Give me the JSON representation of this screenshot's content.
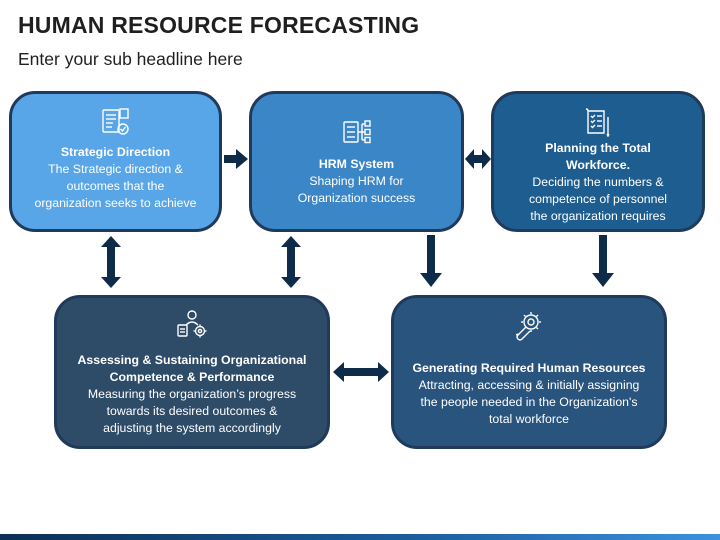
{
  "header": {
    "title": "HUMAN RESOURCE FORECASTING",
    "subtitle": "Enter your sub headline here"
  },
  "boxes": {
    "strategic": {
      "icon": "document-checklist-icon",
      "title": "Strategic Direction",
      "desc": [
        "The Strategic direction &",
        "outcomes that the",
        "organization seeks to achieve"
      ]
    },
    "hrm": {
      "icon": "hierarchy-list-icon",
      "title": "HRM System",
      "desc": [
        "Shaping HRM for",
        "Organization success"
      ]
    },
    "planning": {
      "icon": "clipboard-checklist-icon",
      "title": [
        "Planning the Total",
        "Workforce."
      ],
      "desc": [
        "Deciding the numbers &",
        "competence of personnel",
        "the organization requires"
      ]
    },
    "assessing": {
      "icon": "person-gears-icon",
      "title": [
        "Assessing & Sustaining Organizational",
        "Competence & Performance"
      ],
      "desc": [
        "Measuring the organization’s progress",
        "towards its desired outcomes &",
        "adjusting the system accordingly"
      ]
    },
    "generating": {
      "icon": "wrench-gear-icon",
      "title": "Generating Required Human Resources",
      "desc": [
        "Attracting, accessing & initially assigning",
        "the people needed in the Organization's",
        "total workforce"
      ]
    }
  },
  "colors": {
    "arrow": "#0f2b4a",
    "box_border": "#1f3a5a",
    "strategic": "#58a6e8",
    "hrm": "#3a86c6",
    "planning": "#1e5d8f",
    "assessing": "#2e4b68",
    "generating": "#28547e"
  }
}
